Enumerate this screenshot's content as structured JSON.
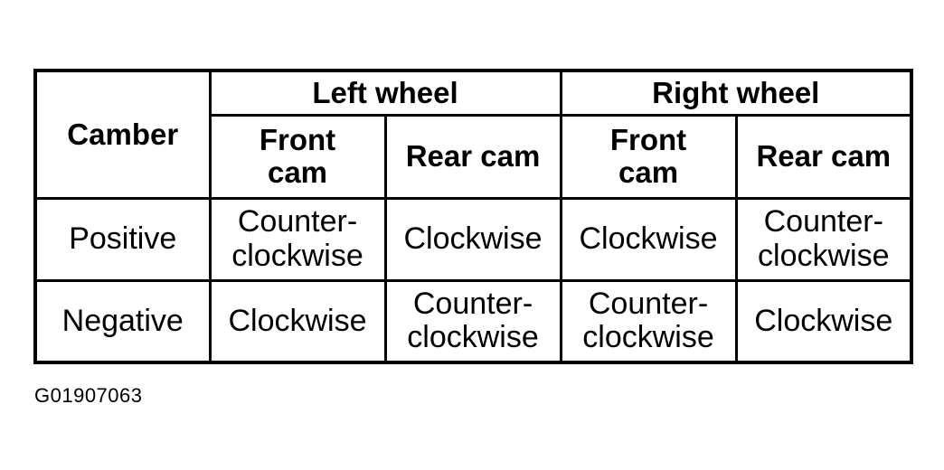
{
  "table": {
    "corner_header": "Camber",
    "group_headers": [
      "Left wheel",
      "Right wheel"
    ],
    "sub_headers": [
      "Front\ncam",
      "Rear cam",
      "Front\ncam",
      "Rear cam"
    ],
    "rows": [
      {
        "label": "Positive",
        "cells": [
          "Counter-\nclockwise",
          "Clockwise",
          "Clockwise",
          "Counter-\nclockwise"
        ]
      },
      {
        "label": "Negative",
        "cells": [
          "Clockwise",
          "Counter-\nclockwise",
          "Counter-\nclockwise",
          "Clockwise"
        ]
      }
    ]
  },
  "figure_id": "G01907063"
}
